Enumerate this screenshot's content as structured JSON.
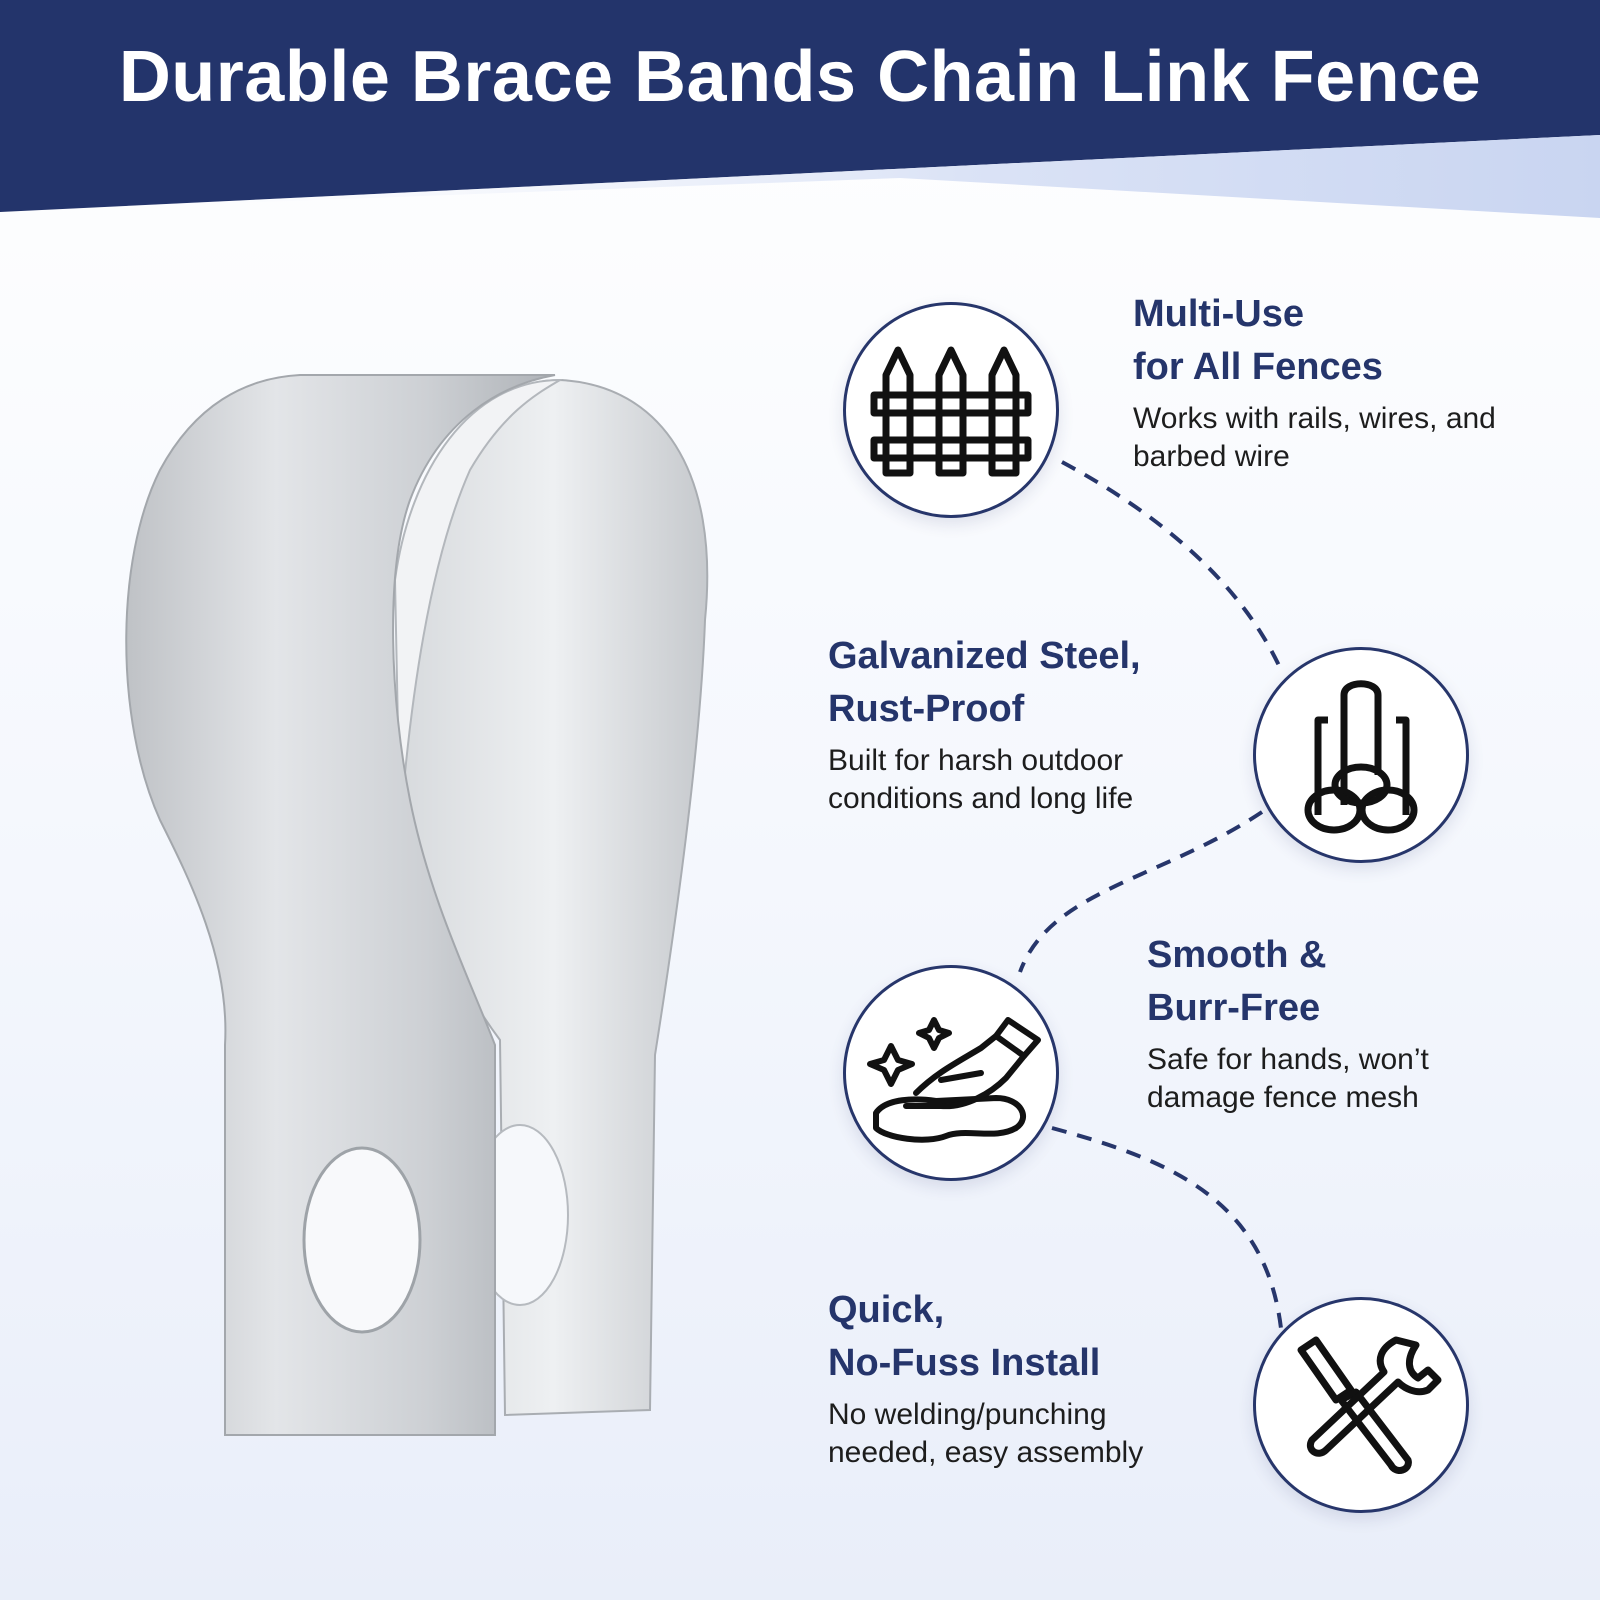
{
  "header": {
    "title": "Durable Brace Bands Chain Link Fence",
    "bg_color": "#23346b"
  },
  "colors": {
    "accent": "#25356b",
    "circle_border": "#27366b",
    "body_text": "#1d1d1d"
  },
  "product_image": {
    "subject": "galvanized steel brace band"
  },
  "features": [
    {
      "icon": "fence-icon",
      "title_line1": "Multi-Use",
      "title_line2": "for All Fences",
      "desc_line1": "Works with rails, wires, and",
      "desc_line2": "barbed wire"
    },
    {
      "icon": "steel-pipes-icon",
      "title_line1": "Galvanized Steel,",
      "title_line2": "Rust-Proof",
      "desc_line1": "Built for harsh outdoor",
      "desc_line2": "conditions and long life"
    },
    {
      "icon": "smooth-hand-icon",
      "title_line1": "Smooth &",
      "title_line2": "Burr-Free",
      "desc_line1": "Safe for hands, won’t",
      "desc_line2": "damage fence mesh"
    },
    {
      "icon": "tools-icon",
      "title_line1": "Quick,",
      "title_line2": "No-Fuss Install",
      "desc_line1": "No welding/punching",
      "desc_line2": "needed, easy assembly"
    }
  ]
}
